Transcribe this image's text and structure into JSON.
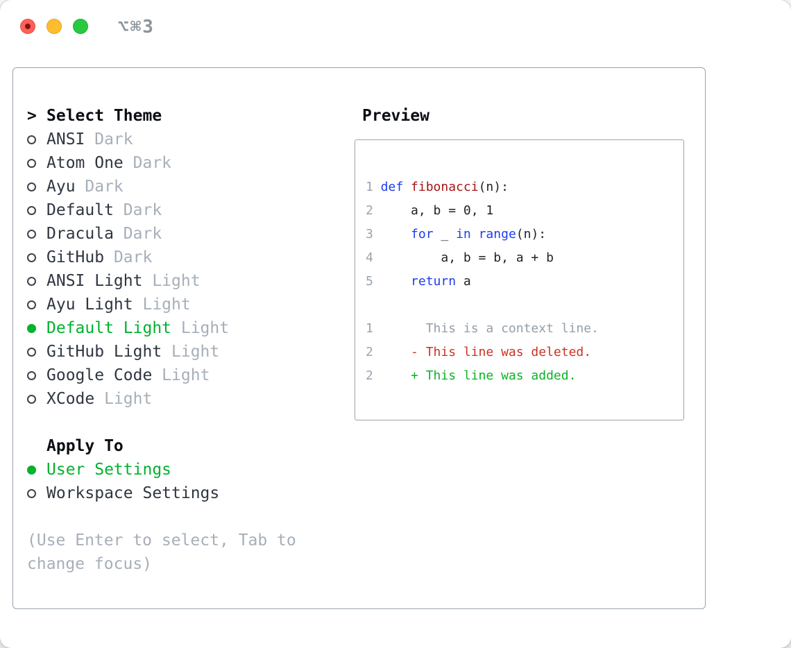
{
  "window": {
    "titlebar": {
      "shortcut": "⌥⌘3",
      "traffic_lights": [
        "close",
        "minimize",
        "zoom"
      ]
    }
  },
  "theme_picker": {
    "prompt": ">",
    "heading": "Select Theme",
    "themes": [
      {
        "label": "ANSI",
        "variant": "Dark",
        "selected": false
      },
      {
        "label": "Atom One",
        "variant": "Dark",
        "selected": false
      },
      {
        "label": "Ayu",
        "variant": "Dark",
        "selected": false
      },
      {
        "label": "Default",
        "variant": "Dark",
        "selected": false
      },
      {
        "label": "Dracula",
        "variant": "Dark",
        "selected": false
      },
      {
        "label": "GitHub",
        "variant": "Dark",
        "selected": false
      },
      {
        "label": "ANSI Light",
        "variant": "Light",
        "selected": false
      },
      {
        "label": "Ayu Light",
        "variant": "Light",
        "selected": false
      },
      {
        "label": "Default Light",
        "variant": "Light",
        "selected": true
      },
      {
        "label": "GitHub Light",
        "variant": "Light",
        "selected": false
      },
      {
        "label": "Google Code",
        "variant": "Light",
        "selected": false
      },
      {
        "label": "XCode",
        "variant": "Light",
        "selected": false
      }
    ],
    "apply_to": {
      "heading": "Apply To",
      "options": [
        {
          "label": "User Settings",
          "selected": true
        },
        {
          "label": "Workspace Settings",
          "selected": false
        }
      ]
    },
    "hint_lines": [
      "(Use Enter to select, Tab to",
      "change focus)"
    ]
  },
  "preview": {
    "heading": "Preview",
    "code_lines": [
      {
        "num": "1",
        "tokens": [
          {
            "t": "def",
            "c": "keyword"
          },
          {
            "t": " ",
            "c": "plain"
          },
          {
            "t": "fibonacci",
            "c": "function"
          },
          {
            "t": "(n):",
            "c": "plain"
          }
        ]
      },
      {
        "num": "2",
        "tokens": [
          {
            "t": "    a, b = 0, 1",
            "c": "plain"
          }
        ]
      },
      {
        "num": "3",
        "tokens": [
          {
            "t": "    ",
            "c": "plain"
          },
          {
            "t": "for",
            "c": "keyword"
          },
          {
            "t": " _ ",
            "c": "plain"
          },
          {
            "t": "in",
            "c": "keyword"
          },
          {
            "t": " ",
            "c": "plain"
          },
          {
            "t": "range",
            "c": "keyword"
          },
          {
            "t": "(n):",
            "c": "plain"
          }
        ]
      },
      {
        "num": "4",
        "tokens": [
          {
            "t": "        a, b = b, a + b",
            "c": "plain"
          }
        ]
      },
      {
        "num": "5",
        "tokens": [
          {
            "t": "    ",
            "c": "plain"
          },
          {
            "t": "return",
            "c": "keyword"
          },
          {
            "t": " a",
            "c": "plain"
          }
        ]
      }
    ],
    "diff_lines": [
      {
        "num": "1",
        "tokens": [
          {
            "t": "      This is a context line.",
            "c": "context"
          }
        ]
      },
      {
        "num": "2",
        "tokens": [
          {
            "t": "    - This line was deleted.",
            "c": "deleted"
          }
        ]
      },
      {
        "num": "2",
        "tokens": [
          {
            "t": "    + This line was added.",
            "c": "added"
          }
        ]
      }
    ]
  },
  "colors": {
    "accent_green": "#00b22e",
    "diff_added_green": "#0bb327",
    "diff_deleted_red": "#cd3122",
    "keyword_blue": "#1c3cf0",
    "function_red": "#a31515",
    "muted_gray": "#a6afb9",
    "line_number_gray": "#9aa3ad",
    "border_gray": "#9aa3ae",
    "traffic_red": "#ff5f57",
    "traffic_yellow": "#febc2e",
    "traffic_green": "#28c840"
  }
}
